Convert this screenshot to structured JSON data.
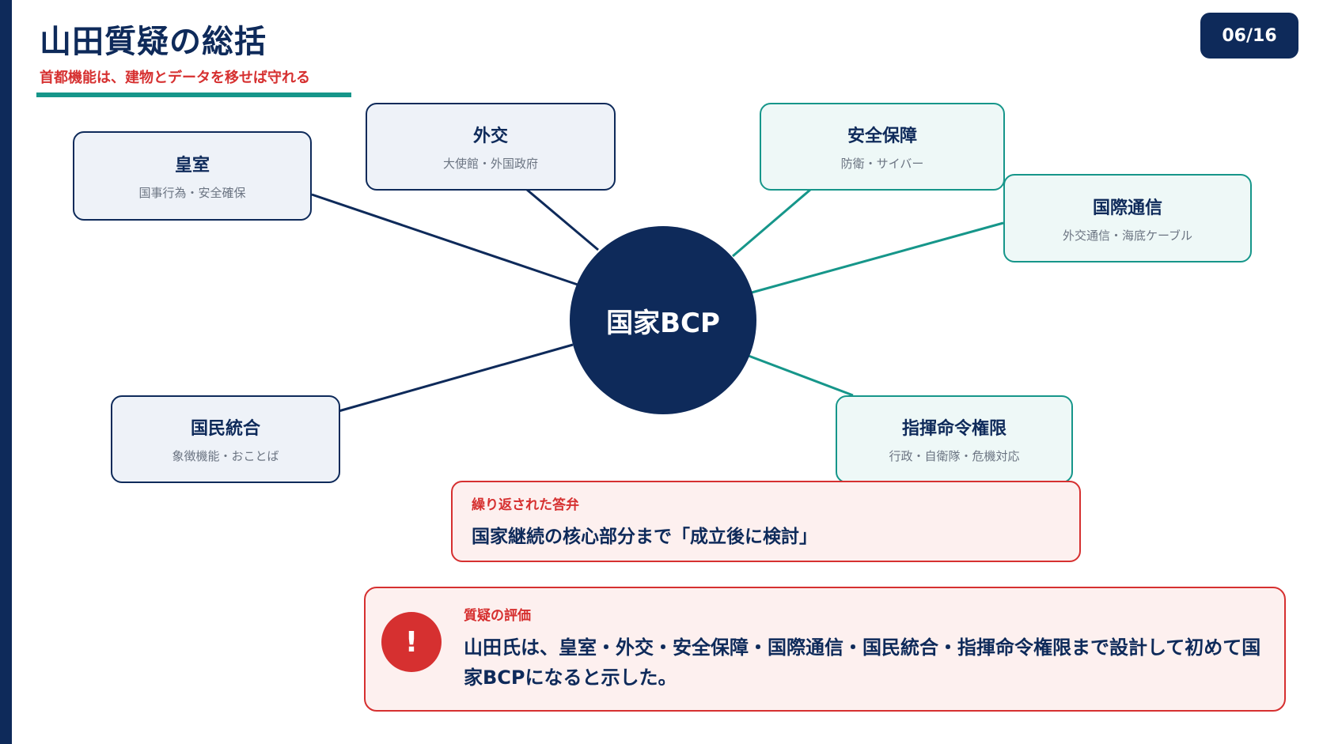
{
  "header": {
    "title": "山田質疑の総括",
    "subtitle": "首都機能は、建物とデータを移せば守れる"
  },
  "page_indicator": "06/16",
  "diagram": {
    "center": "国家BCP",
    "nodes": [
      {
        "id": "imperial",
        "title": "皇室",
        "sub": "国事行為・安全確保",
        "style": "navy"
      },
      {
        "id": "diplomacy",
        "title": "外交",
        "sub": "大使館・外国政府",
        "style": "navy"
      },
      {
        "id": "security",
        "title": "安全保障",
        "sub": "防衛・サイバー",
        "style": "teal"
      },
      {
        "id": "comms",
        "title": "国際通信",
        "sub": "外交通信・海底ケーブル",
        "style": "teal"
      },
      {
        "id": "unity",
        "title": "国民統合",
        "sub": "象徴機能・おことば",
        "style": "navy"
      },
      {
        "id": "command",
        "title": "指揮命令権限",
        "sub": "行政・自衛隊・危機対応",
        "style": "teal"
      }
    ],
    "colors": {
      "navy": "#0e2a5a",
      "teal": "#16968a",
      "alert": "#d63030"
    }
  },
  "answer_box": {
    "label": "繰り返された答弁",
    "text": "国家継続の核心部分まで「成立後に検討」"
  },
  "evaluation": {
    "icon": "exclamation-icon",
    "label": "質疑の評価",
    "text": "山田氏は、皇室・外交・安全保障・国際通信・国民統合・指揮命令権限まで設計して初めて国家BCPになると示した。"
  }
}
